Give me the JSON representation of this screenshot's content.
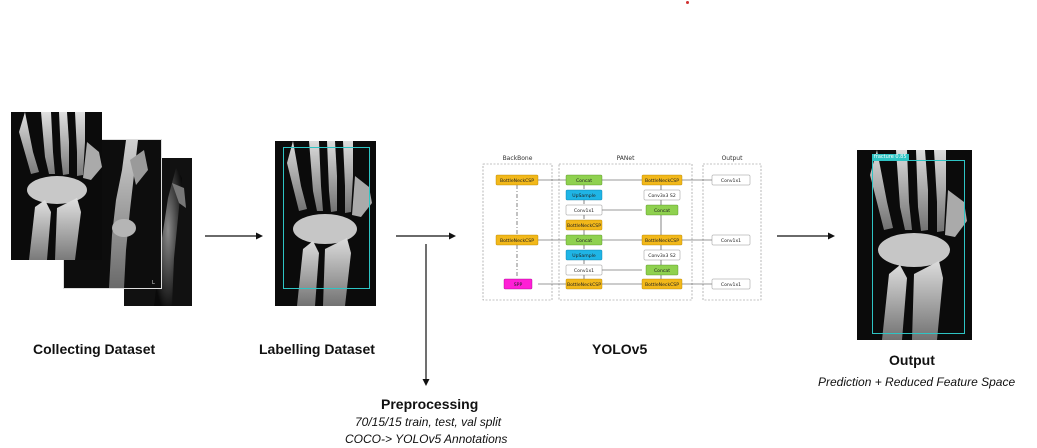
{
  "steps": {
    "collecting": {
      "label": "Collecting Dataset"
    },
    "labelling": {
      "label": "Labelling Dataset"
    },
    "yolo": {
      "label": "YOLOv5"
    },
    "output": {
      "label": "Output",
      "sublabel": "Prediction + Reduced Feature Space"
    },
    "preprocessing": {
      "label": "Preprocessing",
      "line1": "70/15/15 train, test, val split",
      "line2": "COCO-> YOLOv5 Annotations"
    }
  },
  "network": {
    "backbone_title": "BackBone",
    "panet_title": "PANet",
    "output_title": "Output",
    "backbone_blocks": [
      "BottleNeckCSP",
      "BottleNeckCSP",
      "SPP"
    ],
    "panet_blocks": [
      "Concat",
      "UpSample",
      "Conv1x1",
      "BottleNeckCSP",
      "Concat",
      "UpSample",
      "Conv1x1",
      "BottleNeckCSP"
    ],
    "panet_right_blocks": [
      "BottleNeckCSP",
      "Conv3x3 S2",
      "Concat",
      "BottleNeckCSP",
      "Conv3x3 S2",
      "Concat",
      "BottleNeckCSP"
    ],
    "output_blocks": [
      "Conv1x1",
      "Conv1x1",
      "Conv1x1"
    ]
  },
  "colors": {
    "csp": "#f2b81a",
    "concat": "#8fd14f",
    "upsample": "#1fb5e6",
    "spp": "#ff1fd6",
    "conv": "#ffffff",
    "bbox": "#2ec4c4",
    "pred_label": "#2ec4c4"
  },
  "detection": {
    "class_label": "fracture 0.85"
  }
}
